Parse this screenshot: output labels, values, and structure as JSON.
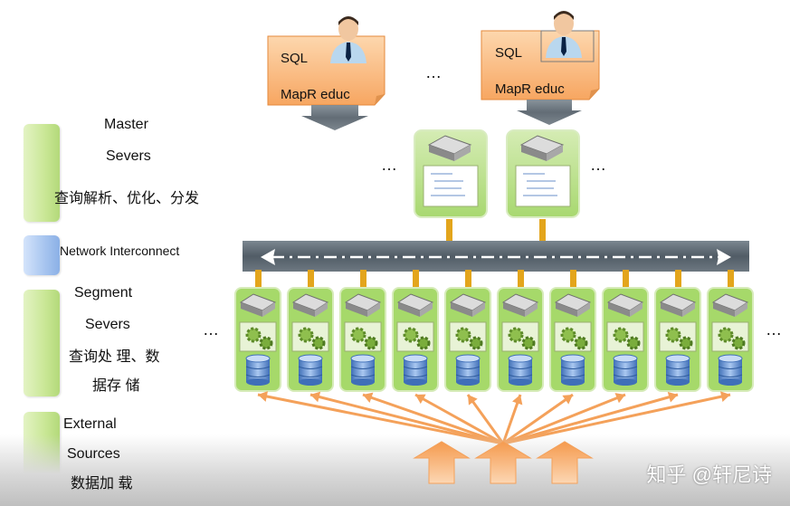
{
  "legend": {
    "master": {
      "line1": "Master",
      "line2": "Severs",
      "line3": "查询解析、优化、分发"
    },
    "network": {
      "label": "Network Interconnect"
    },
    "segment": {
      "line1": "Segment",
      "line2": "Severs",
      "line3": "查询处 理、数",
      "line4": "据存 储"
    },
    "external": {
      "line1": "External",
      "line2": "Sources",
      "line3": "数据加 载"
    }
  },
  "clients": [
    {
      "sql": "SQL",
      "mapr": "MapR  educ"
    },
    {
      "sql": "SQL",
      "mapr": "MapR  educ"
    }
  ],
  "ellipsis": "…",
  "watermark": "知乎 @轩尼诗",
  "colors": {
    "client_box": "#fbc38d",
    "server_green": "#a6d96a",
    "server_border": "#c8e6a0",
    "network_bar": "#59646e",
    "connector": "#e3a51c",
    "arrow": "#f4a15a",
    "db_blue": "#5b8fd6"
  },
  "icons": [
    "person-icon",
    "server-icon",
    "document-icon",
    "gear-icon",
    "database-icon",
    "double-arrow-icon"
  ]
}
